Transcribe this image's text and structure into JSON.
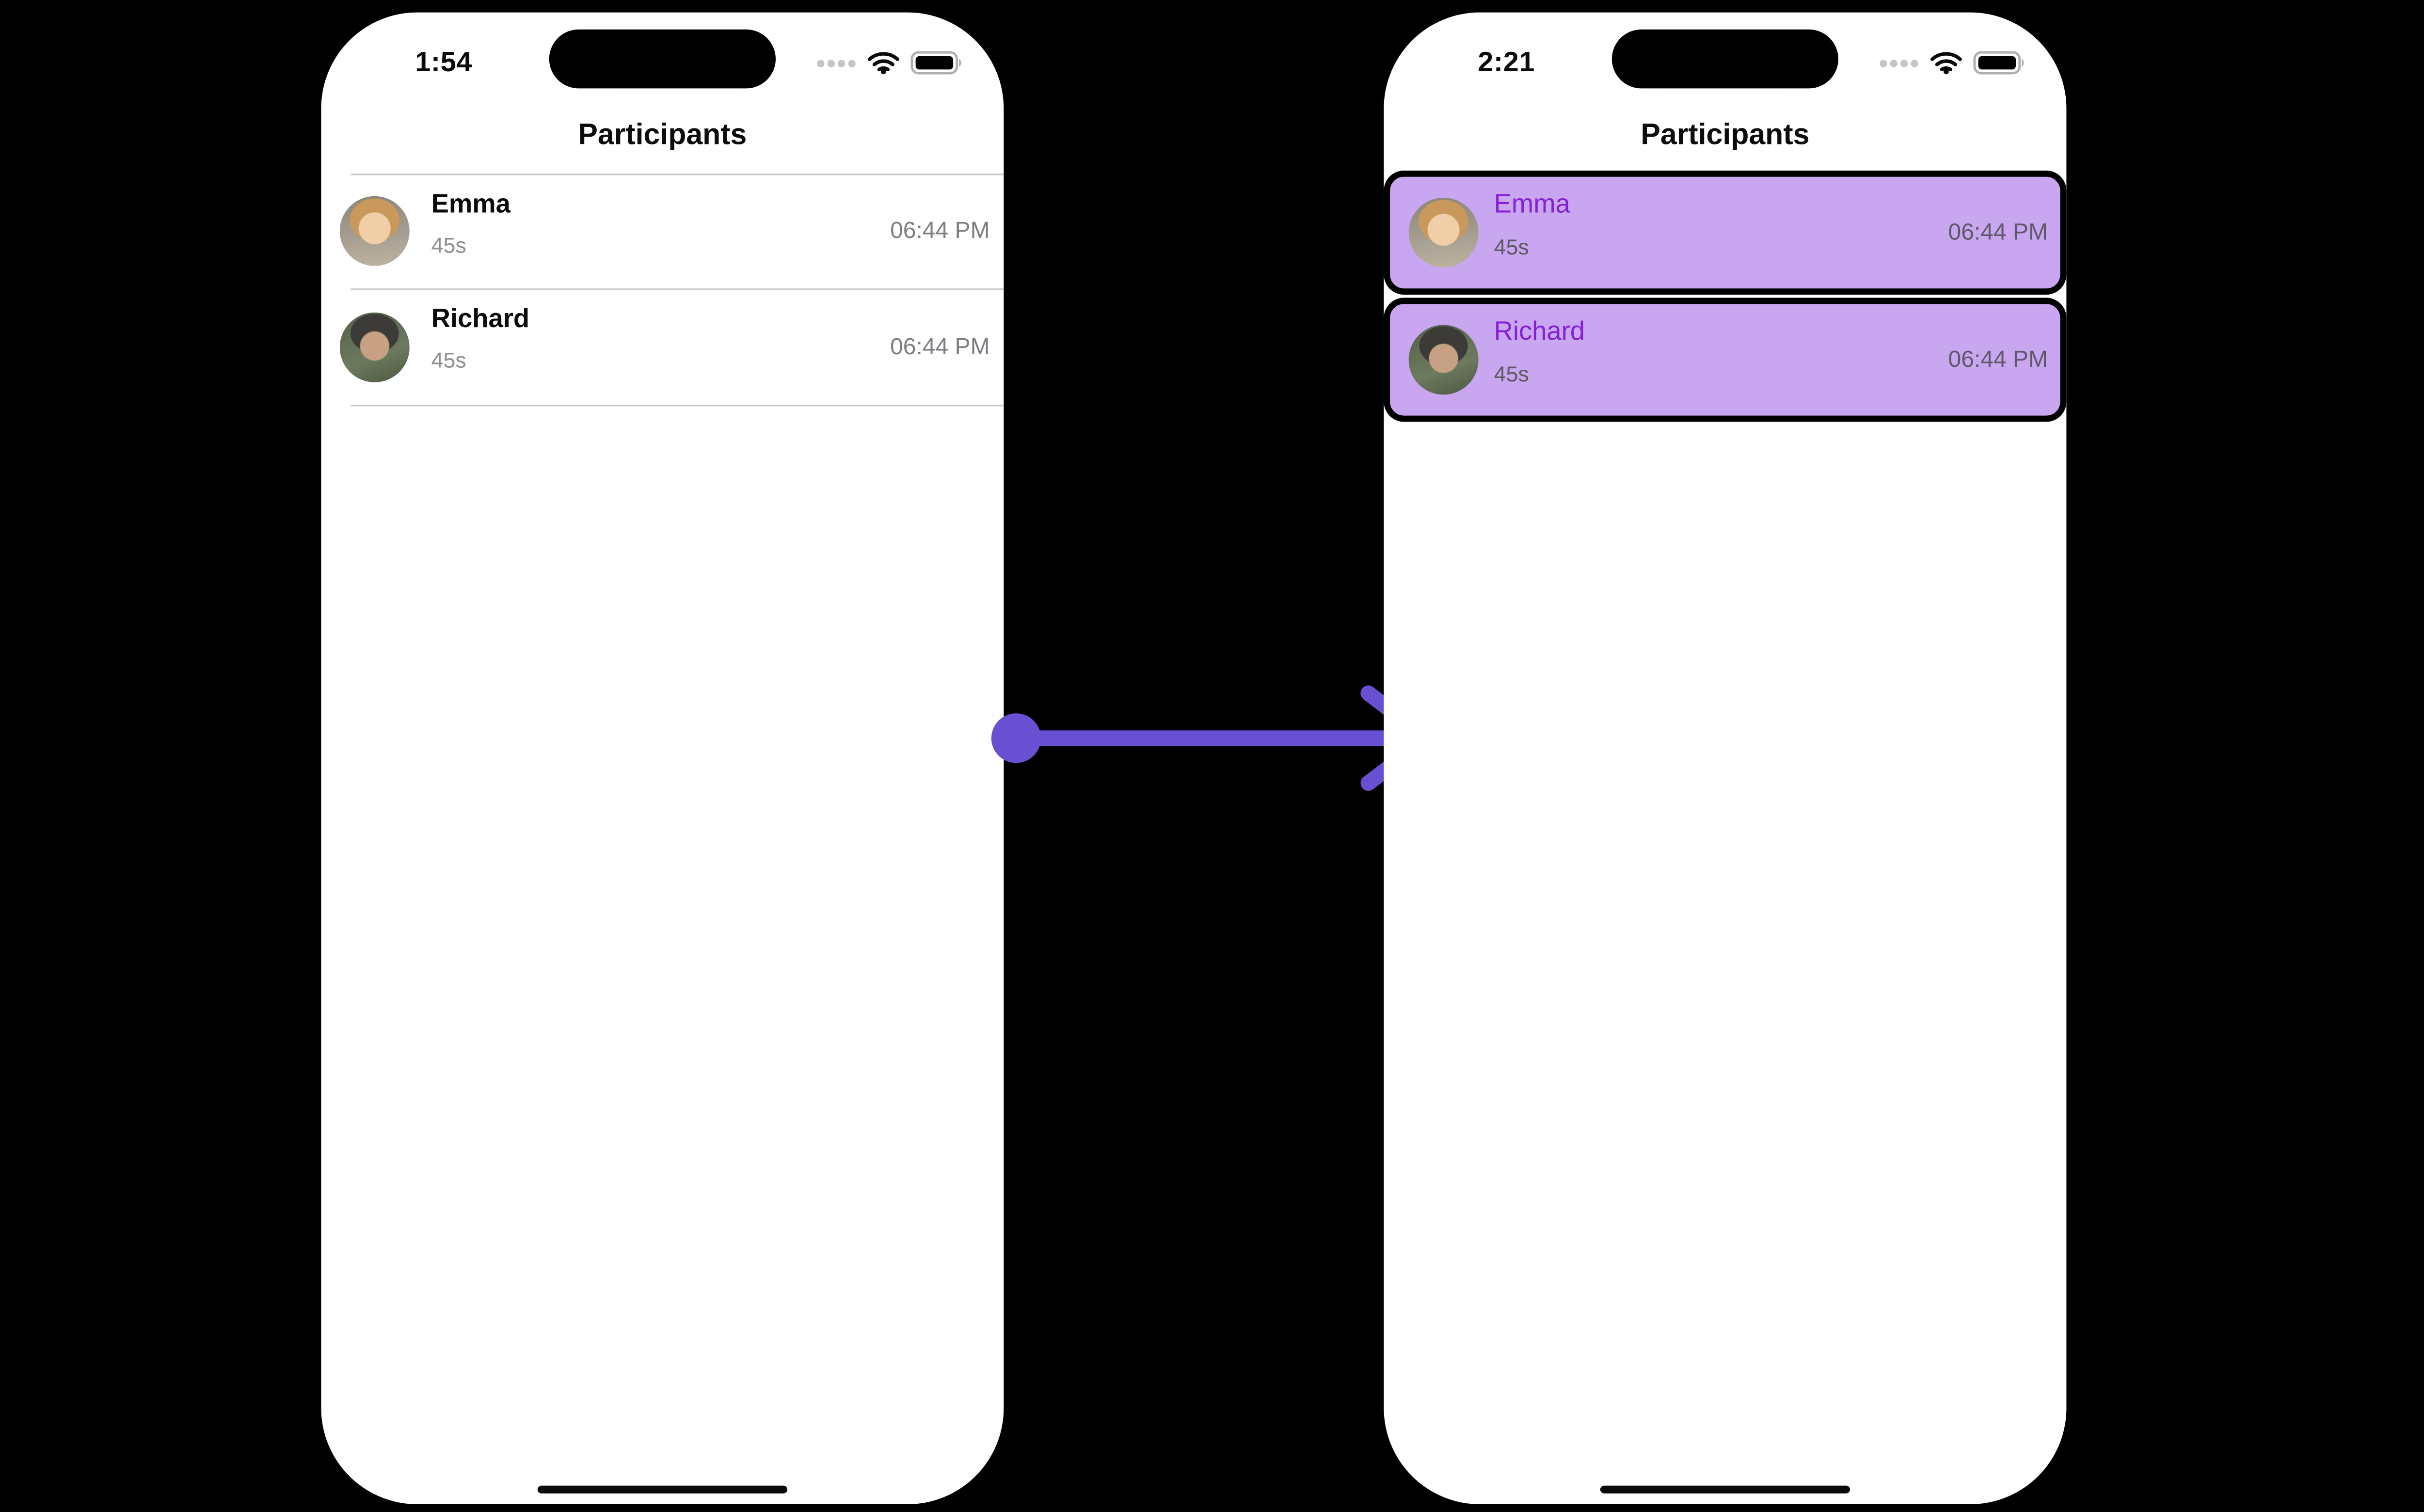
{
  "screens": {
    "left": {
      "status_time": "1:54",
      "title": "Participants",
      "rows": [
        {
          "name": "Emma",
          "duration": "45s",
          "time": "06:44 PM",
          "avatar": "emma-photo"
        },
        {
          "name": "Richard",
          "duration": "45s",
          "time": "06:44 PM",
          "avatar": "richard-photo"
        }
      ]
    },
    "right": {
      "status_time": "2:21",
      "title": "Participants",
      "rows": [
        {
          "name": "Emma",
          "duration": "45s",
          "time": "06:44 PM",
          "avatar": "emma-photo",
          "highlighted": true
        },
        {
          "name": "Richard",
          "duration": "45s",
          "time": "06:44 PM",
          "avatar": "richard-photo",
          "highlighted": true
        }
      ]
    }
  },
  "icons": {
    "status": [
      "cellular-dots-icon",
      "wifi-icon",
      "battery-icon"
    ],
    "arrow": "transition-arrow"
  },
  "colors": {
    "highlight_fill": "#c9a6f0",
    "highlight_border": "#000000",
    "name_purple": "#8520d8",
    "arrow_purple": "#6950d3",
    "separator": "#c8c7cc",
    "text_secondary": "#8e8e93",
    "time_gray": "#7d7d83",
    "hl_text_secondary": "#5d5763",
    "hl_time_gray": "#5e5868"
  }
}
